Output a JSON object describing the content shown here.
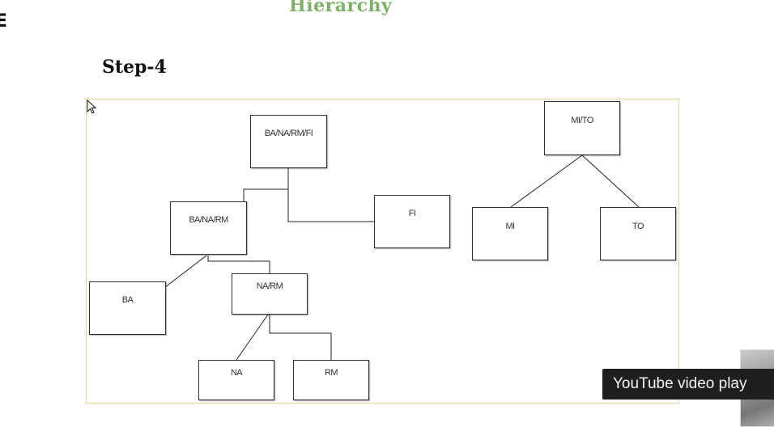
{
  "header": {
    "section_title": "Hierarchy",
    "edge_letter": "E",
    "step_title": "Step-4"
  },
  "diagram": {
    "nodes": {
      "root": "BA/NA/RM/FI",
      "ba_na_rm": "BA/NA/RM",
      "fi": "FI",
      "ba": "BA",
      "na_rm": "NA/RM",
      "na": "NA",
      "rm": "RM",
      "mi_to": "MI/TO",
      "mi": "MI",
      "to": "TO"
    }
  },
  "overlay": {
    "tooltip": "YouTube video play"
  }
}
